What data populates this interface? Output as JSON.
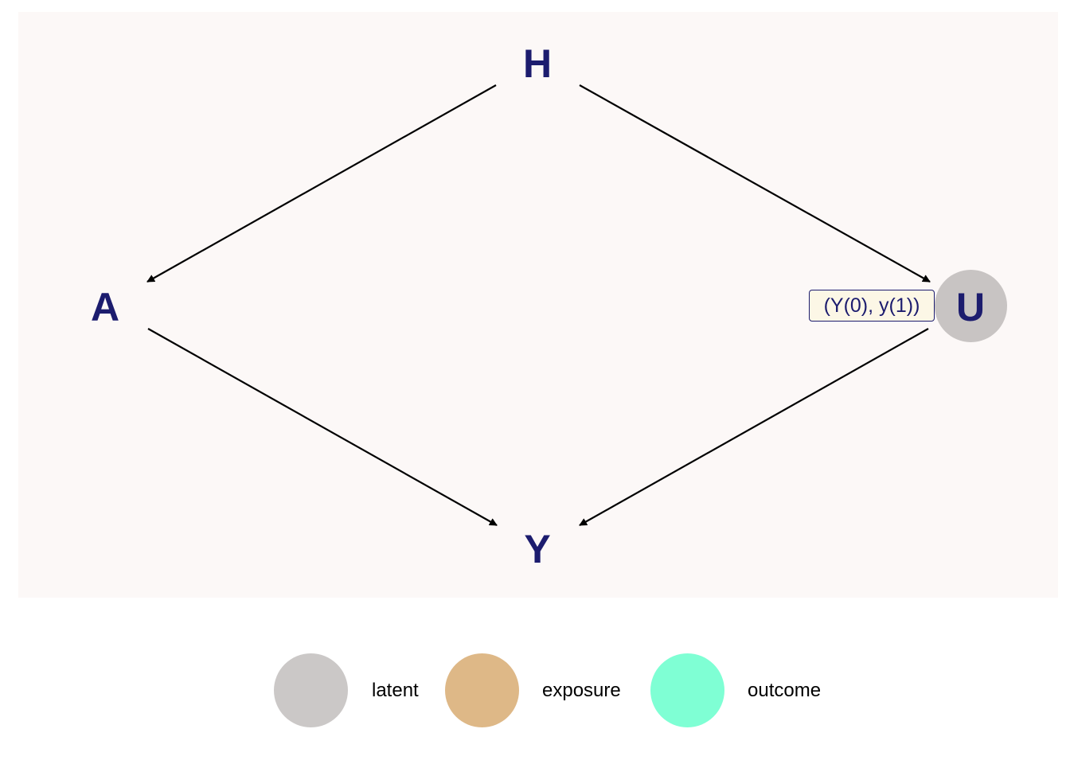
{
  "nodes": {
    "H": {
      "label": "H"
    },
    "A": {
      "label": "A"
    },
    "U": {
      "label": "U",
      "status": "latent"
    },
    "Y": {
      "label": "Y"
    }
  },
  "edges": [
    {
      "from": "H",
      "to": "A"
    },
    {
      "from": "H",
      "to": "U"
    },
    {
      "from": "A",
      "to": "Y"
    },
    {
      "from": "U",
      "to": "Y"
    }
  ],
  "annotation": {
    "text": "(Y(0), y(1))",
    "attached_to": "U"
  },
  "legend": {
    "items": [
      {
        "label": "latent",
        "color": "#cbc8c7"
      },
      {
        "label": "exposure",
        "color": "#deb887"
      },
      {
        "label": "outcome",
        "color": "#7fffd4"
      }
    ]
  },
  "colors": {
    "panel_background": "#fcf8f7",
    "node_text": "#1c1c6e",
    "edge": "#000000",
    "latent_node_fill": "#c8c4c3",
    "annotation_fill": "#fcf7e6"
  }
}
